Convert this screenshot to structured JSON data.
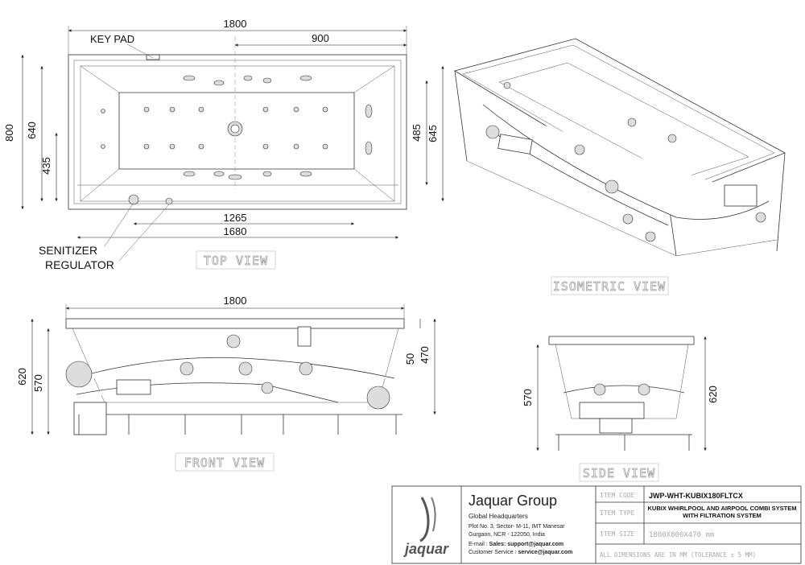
{
  "top_view": {
    "title": "TOP VIEW",
    "dims": {
      "overall_length": "1800",
      "half_length": "900",
      "inner_length_a": "1265",
      "inner_length_b": "1680",
      "width_overall": "800",
      "width_a": "640",
      "width_b": "435",
      "right_a": "485",
      "right_b": "645"
    },
    "labels": {
      "keypad": "KEY PAD",
      "sanitizer": "SENITIZER",
      "regulator": "REGULATOR"
    }
  },
  "isometric_view": {
    "title": "ISOMETRIC VIEW"
  },
  "front_view": {
    "title": "FRONT VIEW",
    "dims": {
      "length": "1800",
      "height_a": "620",
      "height_b": "570",
      "right_a": "50",
      "right_b": "470"
    }
  },
  "side_view": {
    "title": "SIDE VIEW",
    "dims": {
      "left": "570",
      "right": "620"
    }
  },
  "title_block": {
    "company": "Jaquar Group",
    "hq": "Global Headquarters",
    "address1": "Plot No. 3, Sector- M-11, IMT Manesar",
    "address2": "Gurgaon, NCR - 122050, India",
    "email_label": "E-mail : ",
    "email_sales_label": "Sales: ",
    "email_sales": "support@jaquar.com",
    "cs_label": "Customer Service : ",
    "cs_email": "service@jaquar.com",
    "logo_text": "jaquar",
    "rows": [
      {
        "label": "ITEM CODE",
        "value": "JWP-WHT-KUBIX180FLTCX"
      },
      {
        "label": "ITEM TYPE",
        "value": "KUBIX WHIRLPOOL AND AIRPOOL COMBI SYSTEM WITH FILTRATION SYSTEM"
      },
      {
        "label": "ITEM SIZE",
        "value": "1800X800X470 mm"
      }
    ],
    "note": "ALL DIMENSIONS ARE IN MM (TOLERANCE ± 5 MM)"
  },
  "colors": {
    "line": "#333333",
    "ghost_text": "#9a9a9a",
    "brand": "#555555"
  }
}
